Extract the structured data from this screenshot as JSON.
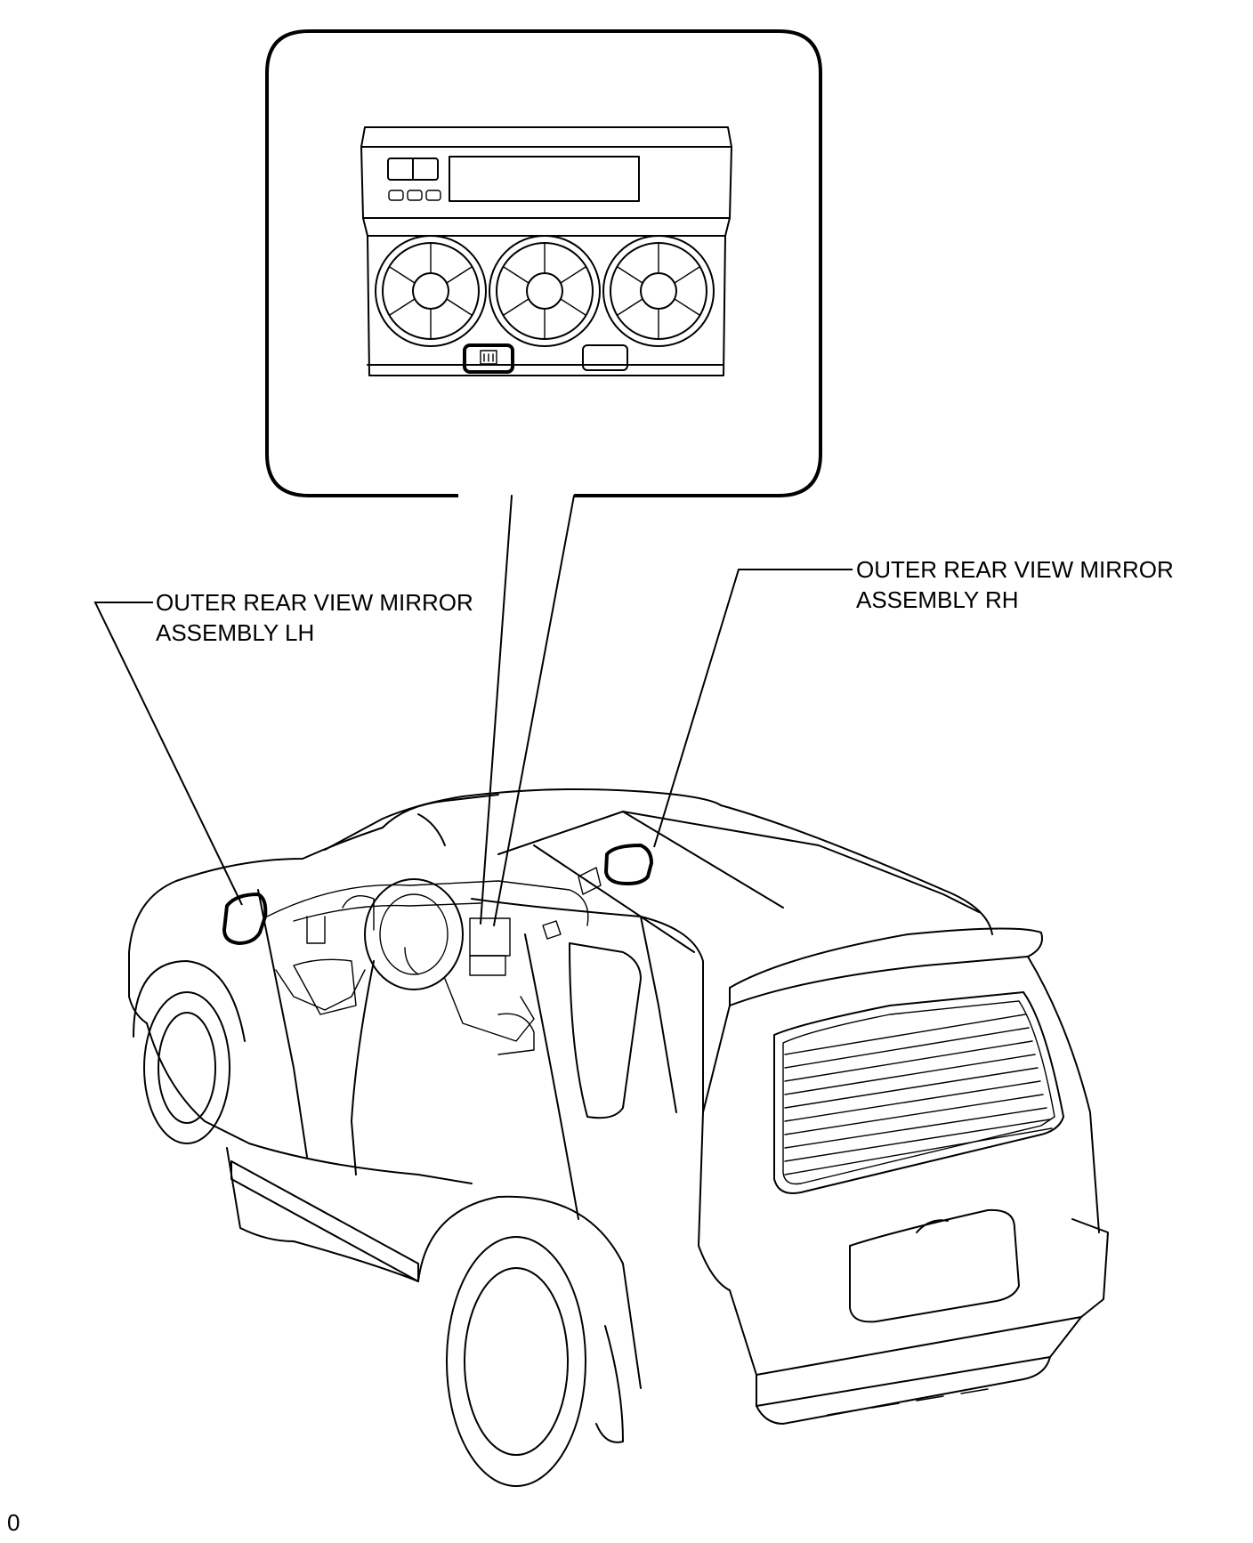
{
  "labels": {
    "mirror_lh": [
      "OUTER REAR VIEW MIRROR",
      "ASSEMBLY LH"
    ],
    "mirror_rh": [
      "OUTER REAR VIEW MIRROR",
      "ASSEMBLY RH"
    ]
  },
  "footer": {
    "code": "0"
  },
  "colors": {
    "line": "#000000",
    "background": "#ffffff"
  }
}
